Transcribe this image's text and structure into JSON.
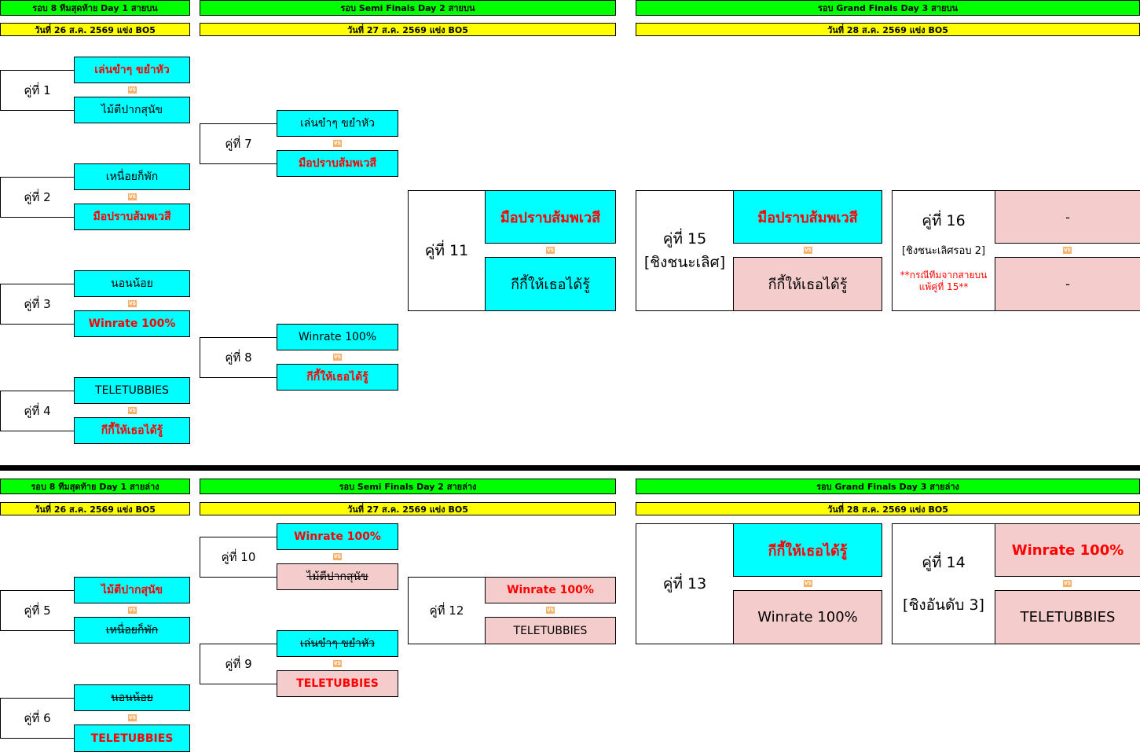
{
  "upper": {
    "r8_header": "รอบ 8 ทีมสุดท้าย Day 1 สายบน",
    "r8_date": "วันที่ 26 ส.ค. 2569 แข่ง BO5",
    "sf_header": "รอบ Semi Finals Day 2 สายบน",
    "sf_date": "วันที่ 27 ส.ค. 2569 แข่ง BO5",
    "gf_header": "รอบ Grand Finals Day 3 สายบน",
    "gf_date": "วันที่ 28 ส.ค. 2569 แข่ง BO5"
  },
  "lower": {
    "r8_header": "รอบ 8 ทีมสุดท้าย Day 1 สายล่าง",
    "r8_date": "วันที่ 26 ส.ค. 2569 แข่ง BO5",
    "sf_header": "รอบ Semi Finals Day 2 สายล่าง",
    "sf_date": "วันที่ 27 ส.ค. 2569 แข่ง BO5",
    "gf_header": "รอบ Grand Finals Day 3 สายล่าง",
    "gf_date": "วันที่ 28 ส.ค. 2569 แข่ง BO5"
  },
  "vs_label": "VS",
  "matches": {
    "m1": {
      "label": "คู่ที่ 1",
      "team1": "เล่นขำๆ ขยำหัว",
      "team2": "ไม้ตีปากสุนัข"
    },
    "m2": {
      "label": "คู่ที่ 2",
      "team1": "เหนื่อยก็พัก",
      "team2": "มือปราบส้มพเวสี"
    },
    "m3": {
      "label": "คู่ที่ 3",
      "team1": "นอนน้อย",
      "team2": "Winrate 100%"
    },
    "m4": {
      "label": "คู่ที่ 4",
      "team1": "TELETUBBIES",
      "team2": "กีกี้ให้เธอได้รู้"
    },
    "m5": {
      "label": "คู่ที่ 5",
      "team1": "ไม้ตีปากสุนัข",
      "team2": "เหนื่อยก็พัก"
    },
    "m6": {
      "label": "คู่ที่ 6",
      "team1": "นอนน้อย",
      "team2": "TELETUBBIES"
    },
    "m7": {
      "label": "คู่ที่ 7",
      "team1": "เล่นขำๆ ขยำหัว",
      "team2": "มือปราบส้มพเวสี"
    },
    "m8": {
      "label": "คู่ที่ 8",
      "team1": "Winrate 100%",
      "team2": "กีกี้ให้เธอได้รู้"
    },
    "m9": {
      "label": "คู่ที่ 9",
      "team1": "เล่นขำๆ ขยำหัว",
      "team2": "TELETUBBIES"
    },
    "m10": {
      "label": "คู่ที่ 10",
      "team1": "Winrate 100%",
      "team2": "ไม้ตีปากสุนัข"
    },
    "m11": {
      "label": "คู่ที่ 11",
      "team1": "มือปราบส้มพเวสี",
      "team2": "กีกี้ให้เธอได้รู้"
    },
    "m12": {
      "label": "คู่ที่ 12",
      "team1": "Winrate 100%",
      "team2": "TELETUBBIES"
    },
    "m13": {
      "label": "คู่ที่ 13",
      "team1": "กีกี้ให้เธอได้รู้",
      "team2": "Winrate 100%"
    },
    "m14": {
      "label": "คู่ที่ 14",
      "sub": "[ชิงอันดับ 3]",
      "team1": "Winrate 100%",
      "team2": "TELETUBBIES"
    },
    "m15": {
      "label": "คู่ที่ 15",
      "sub": "[ชิงชนะเลิศ]",
      "team1": "มือปราบส้มพเวสี",
      "team2": "กีกี้ให้เธอได้รู้"
    },
    "m16": {
      "label": "คู่ที่ 16",
      "sub": "[ชิงชนะเลิศรอบ 2]",
      "note1": "**กรณีทีมจากสายบน",
      "note2": "แพ้คู่ที่ 15**",
      "team1": "-",
      "team2": "-"
    }
  },
  "colors": {
    "header": "#00ff00",
    "date": "#ffff00",
    "team": "#00ffff",
    "eliminated": "#f4cccc",
    "winner_text": "#ff0000"
  }
}
